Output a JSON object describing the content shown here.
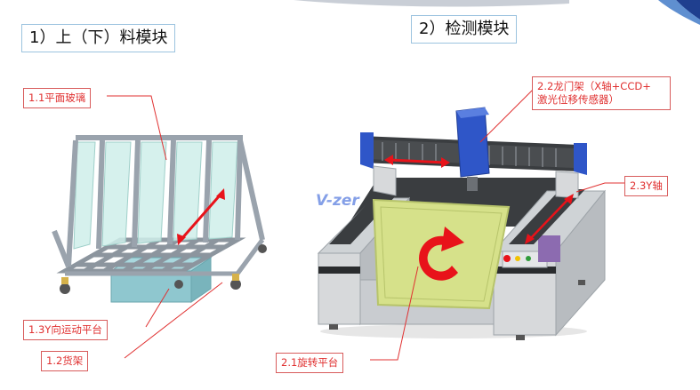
{
  "headings": {
    "left": "1）上（下）料模块",
    "right": "2）检测模块"
  },
  "callouts": {
    "flat_glass": "1.1平面玻璃",
    "y_platform": "1.3Y向运动平台",
    "rack": "1.2货架",
    "gantry_line1": "2.2龙门架（X轴+CCD+",
    "gantry_line2": "激光位移传感器）",
    "y_axis": "2.3Y轴",
    "rotary": "2.1旋转平台"
  },
  "watermark": "V-zer",
  "colors": {
    "callout_border": "#d85b5b",
    "callout_text": "#e03030",
    "heading_border": "#9cc3df",
    "leader": "#e03030",
    "gantry_blue": "#2f56c8",
    "glass": "#cfeeea",
    "frame": "#9aa3ad",
    "platform": "#8fc7cf",
    "inspection_glass": "#d6e18a",
    "machine_body": "#d7d9db",
    "rotation_arrow": "#e8131a"
  }
}
